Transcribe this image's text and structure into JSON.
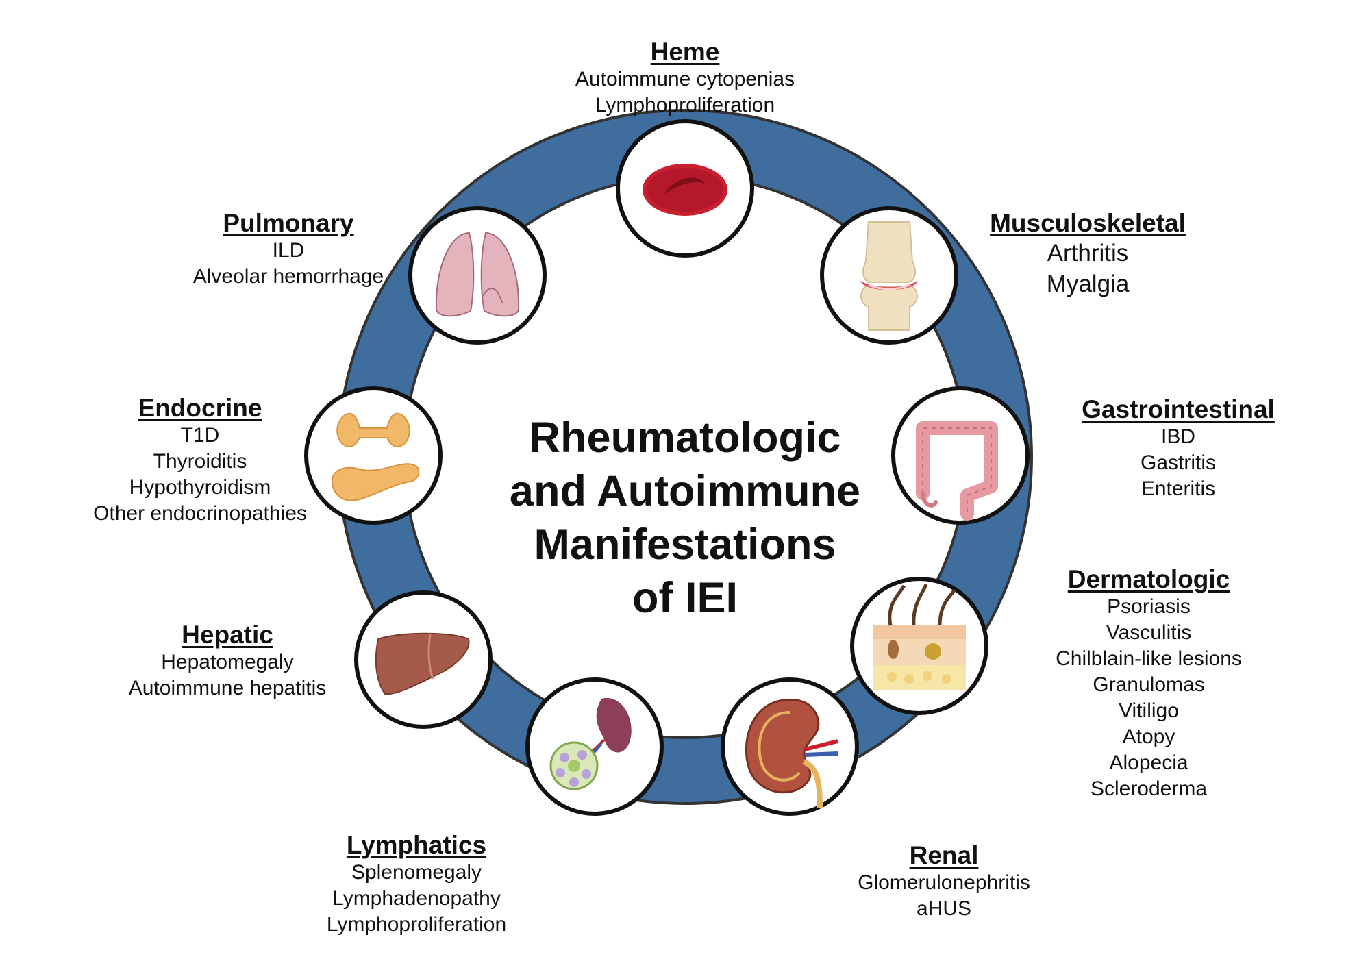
{
  "center_title": "Rheumatologic\nand Autoimmune\nManifestations\nof IEI",
  "colors": {
    "ring": "#3f6e9e",
    "ring_outline": "#333333",
    "node_border": "#111111",
    "node_fill": "#ffffff"
  },
  "categories": [
    {
      "id": "heme",
      "icon": "red-blood-cell-icon",
      "heading": "Heme",
      "items": [
        "Autoimmune cytopenias",
        "Lymphoproliferation"
      ]
    },
    {
      "id": "musculoskeletal",
      "icon": "joint-icon",
      "heading": "Musculoskeletal",
      "items": [
        "Arthritis",
        "Myalgia"
      ]
    },
    {
      "id": "gastrointestinal",
      "icon": "intestine-icon",
      "heading": "Gastrointestinal",
      "items": [
        "IBD",
        "Gastritis",
        "Enteritis"
      ]
    },
    {
      "id": "dermatologic",
      "icon": "skin-icon",
      "heading": "Dermatologic",
      "items": [
        "Psoriasis",
        "Vasculitis",
        "Chilblain-like lesions",
        "Granulomas",
        "Vitiligo",
        "Atopy",
        "Alopecia",
        "Scleroderma"
      ]
    },
    {
      "id": "renal",
      "icon": "kidney-icon",
      "heading": "Renal",
      "items": [
        "Glomerulonephritis",
        "aHUS"
      ]
    },
    {
      "id": "lymphatics",
      "icon": "spleen-lymph-node-icon",
      "heading": "Lymphatics",
      "items": [
        "Splenomegaly",
        "Lymphadenopathy",
        "Lymphoproliferation"
      ]
    },
    {
      "id": "hepatic",
      "icon": "liver-icon",
      "heading": "Hepatic",
      "items": [
        "Hepatomegaly",
        "Autoimmune hepatitis"
      ]
    },
    {
      "id": "endocrine",
      "icon": "thyroid-pancreas-icon",
      "heading": "Endocrine",
      "items": [
        "T1D",
        "Thyroiditis",
        "Hypothyroidism",
        "Other endocrinopathies"
      ]
    },
    {
      "id": "pulmonary",
      "icon": "lungs-icon",
      "heading": "Pulmonary",
      "items": [
        "ILD",
        "Alveolar hemorrhage"
      ]
    }
  ]
}
